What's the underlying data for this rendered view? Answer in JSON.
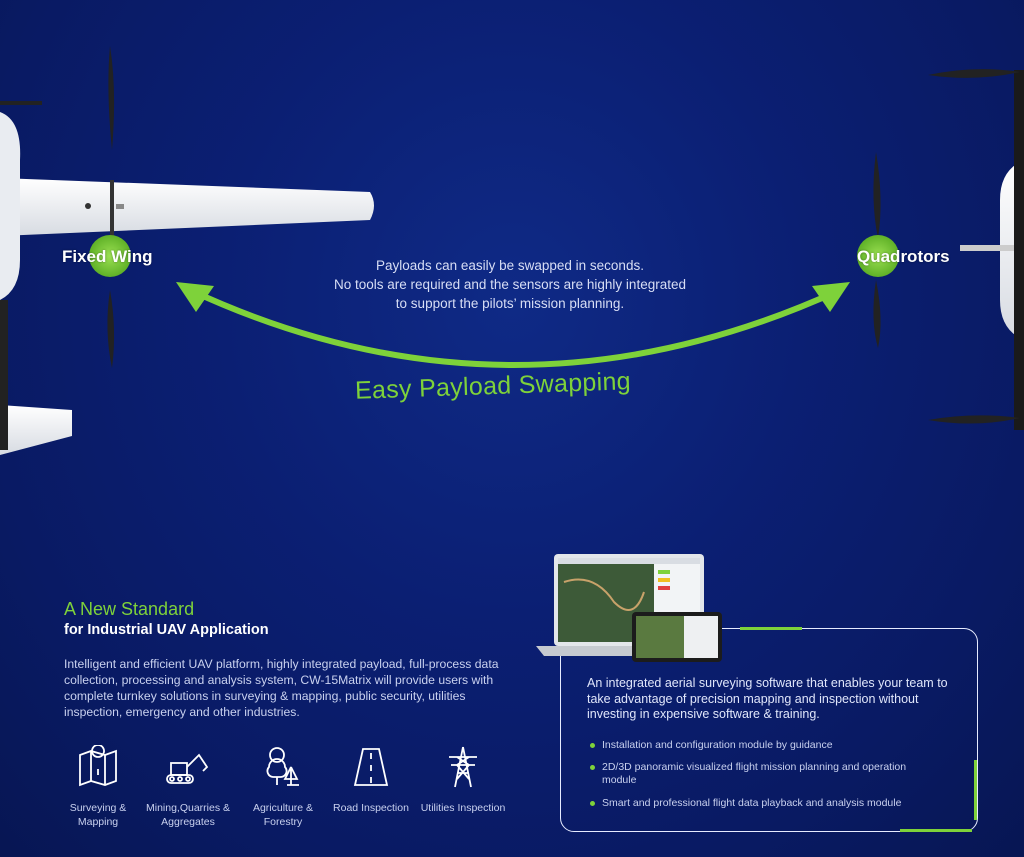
{
  "drones": {
    "left_label": "Fixed Wing",
    "right_label": "Quadrotors"
  },
  "swap": {
    "description_lines": [
      "Payloads can easily be swapped in seconds.",
      "No tools are required and the sensors are highly integrated",
      "to support the pilots’ mission planning."
    ],
    "title": "Easy Payload Swapping"
  },
  "standard": {
    "title": "A New Standard",
    "subtitle": "for Industrial UAV Application",
    "body": "Intelligent and efficient UAV platform, highly integrated payload, full-process data collection, processing and analysis system, CW-15Matrix will provide users with complete turnkey solutions in surveying & mapping, public security, utilities inspection, emergency and other industries."
  },
  "applications": [
    {
      "icon": "map-pin-icon",
      "label_lines": [
        "Surveying &",
        "Mapping"
      ]
    },
    {
      "icon": "excavator-icon",
      "label_lines": [
        "Mining,Quarries &",
        "Aggregates"
      ]
    },
    {
      "icon": "tree-icon",
      "label_lines": [
        "Agriculture &",
        "Forestry"
      ]
    },
    {
      "icon": "road-icon",
      "label_lines": [
        "Road Inspection"
      ]
    },
    {
      "icon": "power-tower-icon",
      "label_lines": [
        "Utilities Inspection"
      ]
    }
  ],
  "software": {
    "description": "An integrated aerial surveying software that enables your team to take advantage of precision mapping and inspection without investing in expensive software & training.",
    "bullets": [
      "Installation and configuration module by guidance",
      "2D/3D panoramic visualized flight mission planning and operation module",
      "Smart and professional flight data playback and analysis module"
    ]
  },
  "colors": {
    "background": "#0b1f73",
    "accent_green": "#7ed23a",
    "text_light": "#c9d1ef"
  }
}
